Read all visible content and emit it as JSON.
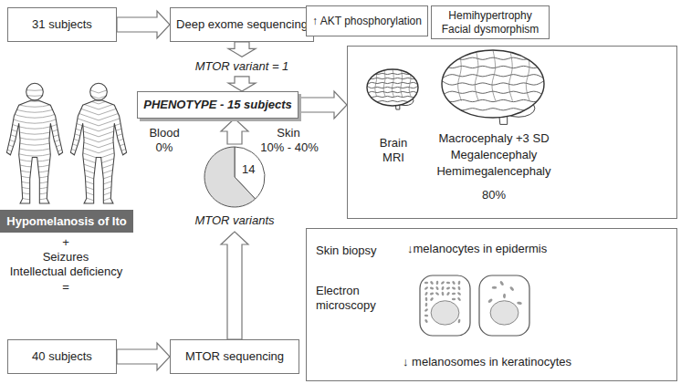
{
  "diagram": {
    "nodes": [
      {
        "text": [
          "31 subjects"
        ]
      },
      {
        "text": [
          "Deep exome sequencing"
        ]
      },
      {
        "text": [
          "PHENOTYPE - 15 subjects"
        ]
      },
      {
        "text": [
          "Hypomelanosis of Ito"
        ]
      },
      {
        "text": [
          "40 subjects"
        ]
      },
      {
        "text": [
          "MTOR sequencing"
        ]
      },
      {
        "text": [
          "14",
          "MTOR variants"
        ]
      },
      {
        "text": [
          "↑ AKT phosphorylation"
        ]
      },
      {
        "text": [
          "Hemihypertrophy Facial dysmorphism"
        ]
      },
      {
        "text": [
          "Brain MRI",
          "Macrocephaly +3 SD",
          "Megalencephaly",
          "Hemimegalencephaly",
          "80%"
        ]
      },
      {
        "text": [
          "Skin biopsy",
          "↓melanocytes in epidermis",
          "Electron microscopy",
          "↓ melanosomes in keratinocytes"
        ]
      }
    ],
    "edges": [
      {
        "from": 0,
        "to": 1,
        "arrow": "to"
      },
      {
        "from": 1,
        "to": 2,
        "label": "MTOR variant = 1",
        "arrow": "to"
      },
      {
        "from": 4,
        "to": 5,
        "arrow": "to"
      },
      {
        "from": 5,
        "to": 6,
        "arrow": "to"
      },
      {
        "from": 6,
        "to": 2,
        "arrow": "to"
      },
      {
        "from": 2,
        "to": 9,
        "arrow": "to"
      }
    ],
    "labels": [
      "+",
      "Seizures",
      "Intellectual deficiency",
      "=",
      "Blood",
      "0%",
      "Skin",
      "10% - 40%"
    ]
  }
}
